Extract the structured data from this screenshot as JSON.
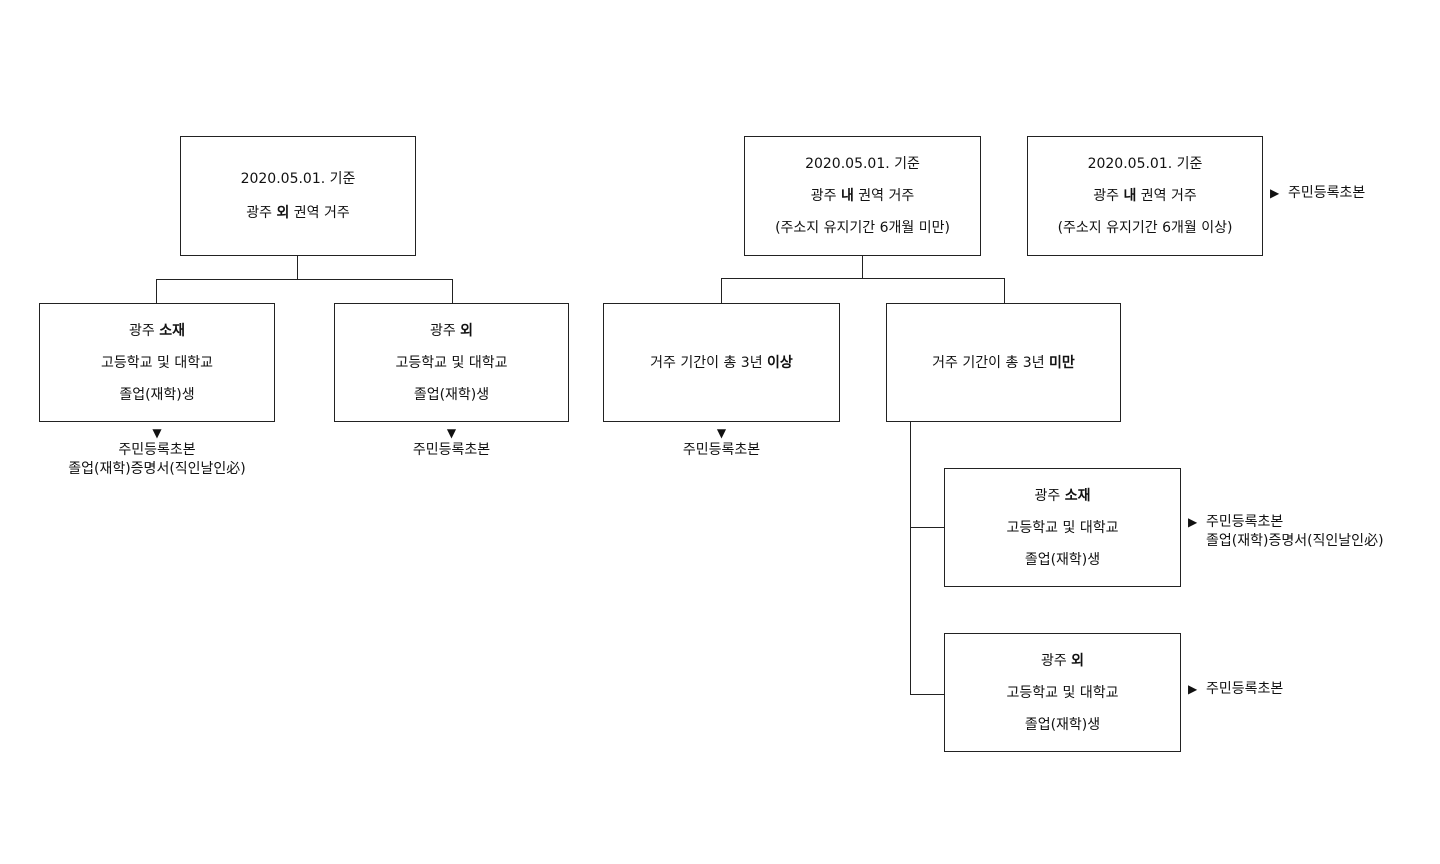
{
  "outside": {
    "box": {
      "line1": "2020.05.01. 기준",
      "line2_pre": "광주 ",
      "line2_bold": "외",
      "line2_post": " 권역 거주"
    },
    "branch_local": {
      "line1_pre": "광주 ",
      "line1_bold": "소재",
      "line2": "고등학교 및 대학교",
      "line3": "졸업(재학)생",
      "result_arrow": "▼",
      "result_line1": "주민등록초본",
      "result_line2": "졸업(재학)증명서(직인날인必)"
    },
    "branch_other": {
      "line1_pre": "광주 ",
      "line1_bold": "외",
      "line2": "고등학교 및 대학교",
      "line3": "졸업(재학)생",
      "result_arrow": "▼",
      "result_line1": "주민등록초본"
    }
  },
  "inside_short": {
    "box": {
      "line1": "2020.05.01. 기준",
      "line2_pre": "광주 ",
      "line2_bold": "내",
      "line2_post": " 권역 거주",
      "line3": "(주소지 유지기간 6개월 미만)"
    },
    "branch_over3": {
      "text_pre": "거주 기간이 총 3년 ",
      "text_bold": "이상",
      "result_arrow": "▼",
      "result_line1": "주민등록초본"
    },
    "branch_under3": {
      "text_pre": "거주 기간이 총 3년 ",
      "text_bold": "미만",
      "sub_local": {
        "line1_pre": "광주 ",
        "line1_bold": "소재",
        "line2": "고등학교 및 대학교",
        "line3": "졸업(재학)생",
        "result_marker": "▶",
        "result_line1": "주민등록초본",
        "result_line2": "졸업(재학)증명서(직인날인必)"
      },
      "sub_other": {
        "line1_pre": "광주 ",
        "line1_bold": "외",
        "line2": "고등학교 및 대학교",
        "line3": "졸업(재학)생",
        "result_marker": "▶",
        "result_line1": "주민등록초본"
      }
    }
  },
  "inside_long": {
    "box": {
      "line1": "2020.05.01. 기준",
      "line2_pre": "광주 ",
      "line2_bold": "내",
      "line2_post": " 권역 거주",
      "line3": "(주소지 유지기간 6개월 이상)"
    },
    "result_marker": "▶",
    "result_line1": "주민등록초본"
  }
}
